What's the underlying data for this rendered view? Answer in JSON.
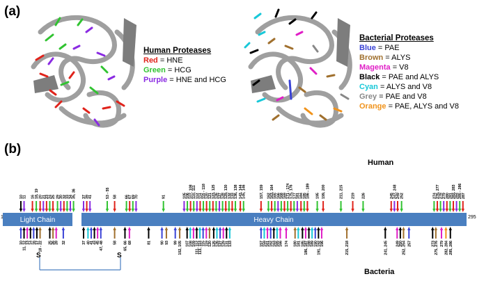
{
  "panel_a_label": "(a)",
  "panel_b_label": "(b)",
  "human_legend": {
    "title": "Human Proteases",
    "items": [
      {
        "color_word": "Red",
        "desc": "= HNE",
        "color": "#e0231b"
      },
      {
        "color_word": "Green",
        "desc": "= HCG",
        "color": "#31c331"
      },
      {
        "color_word": "Purple",
        "desc": "= HNE and HCG",
        "color": "#8a2be2"
      }
    ]
  },
  "bacterial_legend": {
    "title": "Bacterial Proteases",
    "items": [
      {
        "color_word": "Blue",
        "desc": "= PAE",
        "color": "#3a43d6"
      },
      {
        "color_word": "Brown",
        "desc": "= ALYS",
        "color": "#a0702e"
      },
      {
        "color_word": "Magenta",
        "desc": "= V8",
        "color": "#e01ec6"
      },
      {
        "color_word": "Black",
        "desc": "= PAE and ALYS",
        "color": "#000000"
      },
      {
        "color_word": "Cyan",
        "desc": "= ALYS and V8",
        "color": "#18c8d8"
      },
      {
        "color_word": "Grey",
        "desc": "= PAE and V8",
        "color": "#888888"
      },
      {
        "color_word": "Orange",
        "desc": "= PAE, ALYS and V8",
        "color": "#f0921a"
      }
    ]
  },
  "map": {
    "human_label": "Human",
    "bacteria_label": "Bacteria",
    "light_chain_label": "Light Chain",
    "heavy_chain_label": "Heavy Chain",
    "start_number": "1",
    "end_number": "295",
    "disulfide_left": "S",
    "disulfide_right": "S",
    "bar_color": "#4a7fc0",
    "human_sites": [
      {
        "label": "10",
        "color": "#000000"
      },
      {
        "label": "11",
        "color": "#8a2be2"
      },
      {
        "label": "16",
        "color": "#e0231b"
      },
      {
        "label": "18, 19",
        "color": "#31c331"
      },
      {
        "label": "20",
        "color": "#e0231b"
      },
      {
        "label": "21",
        "color": "#8a2be2"
      },
      {
        "label": "23",
        "color": "#e0231b"
      },
      {
        "label": "24",
        "color": "#31c331"
      },
      {
        "label": "25",
        "color": "#e0231b"
      },
      {
        "label": "29",
        "color": "#31c331"
      },
      {
        "label": "30",
        "color": "#8a2be2"
      },
      {
        "label": "32",
        "color": "#e0231b"
      },
      {
        "label": "33",
        "color": "#31c331"
      },
      {
        "label": "34",
        "color": "#8a2be2"
      },
      {
        "label": "35, 36",
        "color": "#31c331"
      },
      {
        "label": "37",
        "color": "#8a2be2"
      },
      {
        "label": "39",
        "color": "#e0231b"
      },
      {
        "label": "41",
        "color": "#8a2be2"
      },
      {
        "label": "53 - 55",
        "color": "#31c331"
      },
      {
        "label": "58",
        "color": "#e0231b"
      },
      {
        "label": "66",
        "color": "#31c331"
      },
      {
        "label": "67",
        "color": "#e0231b"
      },
      {
        "label": "69",
        "color": "#31c331"
      },
      {
        "label": "70",
        "color": "#8a2be2"
      },
      {
        "label": "91",
        "color": "#31c331"
      },
      {
        "label": "105",
        "color": "#8a2be2"
      },
      {
        "label": "106",
        "color": "#31c331"
      },
      {
        "label": "107, 108",
        "color": "#e0231b"
      },
      {
        "label": "110, 111",
        "color": "#31c331"
      },
      {
        "label": "112",
        "color": "#8a2be2"
      },
      {
        "label": "114",
        "color": "#e0231b"
      },
      {
        "label": "115 - 118",
        "color": "#31c331"
      },
      {
        "label": "120",
        "color": "#e0231b"
      },
      {
        "label": "121",
        "color": "#31c331"
      },
      {
        "label": "123, 125",
        "color": "#e0231b"
      },
      {
        "label": "126",
        "color": "#31c331"
      },
      {
        "label": "127",
        "color": "#8a2be2"
      },
      {
        "label": "128",
        "color": "#31c331"
      },
      {
        "label": "129, 130",
        "color": "#e0231b"
      },
      {
        "label": "132",
        "color": "#31c331"
      },
      {
        "label": "133",
        "color": "#e0231b"
      },
      {
        "label": "136, 138",
        "color": "#31c331"
      },
      {
        "label": "143, 144",
        "color": "#e0231b"
      },
      {
        "label": "145, 146",
        "color": "#31c331"
      },
      {
        "label": "157, 159",
        "color": "#e0231b"
      },
      {
        "label": "162",
        "color": "#31c331"
      },
      {
        "label": "163, 164",
        "color": "#e0231b"
      },
      {
        "label": "165",
        "color": "#31c331"
      },
      {
        "label": "166",
        "color": "#8a2be2"
      },
      {
        "label": "168",
        "color": "#31c331"
      },
      {
        "label": "169",
        "color": "#e0231b"
      },
      {
        "label": "171 - 174",
        "color": "#31c331"
      },
      {
        "label": "175, 176",
        "color": "#e0231b"
      },
      {
        "label": "177",
        "color": "#31c331"
      },
      {
        "label": "181",
        "color": "#8a2be2"
      },
      {
        "label": "184",
        "color": "#e0231b"
      },
      {
        "label": "185",
        "color": "#31c331"
      },
      {
        "label": "186 - 189",
        "color": "#e0231b"
      },
      {
        "label": "195",
        "color": "#31c331"
      },
      {
        "label": "199, 200",
        "color": "#e0231b"
      },
      {
        "label": "211, 215",
        "color": "#31c331"
      },
      {
        "label": "219",
        "color": "#e0231b"
      },
      {
        "label": "226",
        "color": "#31c331"
      },
      {
        "label": "245",
        "color": "#e0231b"
      },
      {
        "label": "247, 248",
        "color": "#8a2be2"
      },
      {
        "label": "249",
        "color": "#e0231b"
      },
      {
        "label": "252",
        "color": "#31c331"
      },
      {
        "label": "274",
        "color": "#31c331"
      },
      {
        "label": "276, 277",
        "color": "#e0231b"
      },
      {
        "label": "278",
        "color": "#31c331"
      },
      {
        "label": "279",
        "color": "#8a2be2"
      },
      {
        "label": "280",
        "color": "#e0231b"
      },
      {
        "label": "281",
        "color": "#31c331"
      },
      {
        "label": "282, 283",
        "color": "#e0231b"
      },
      {
        "label": "284",
        "color": "#8a2be2"
      },
      {
        "label": "285 - 286",
        "color": "#31c331"
      },
      {
        "label": "287",
        "color": "#e0231b"
      }
    ],
    "bacteria_sites": [
      {
        "label": "10",
        "color": "#3a43d6"
      },
      {
        "label": "11, 12",
        "color": "#000000"
      },
      {
        "label": "13",
        "color": "#e01ec6"
      },
      {
        "label": "14",
        "color": "#000000"
      },
      {
        "label": "16",
        "color": "#3a43d6"
      },
      {
        "label": "17",
        "color": "#000000"
      },
      {
        "label": "18 - 22",
        "color": "#a0702e"
      },
      {
        "label": "25",
        "color": "#000000"
      },
      {
        "label": "26",
        "color": "#a0702e"
      },
      {
        "label": "28",
        "color": "#e01ec6"
      },
      {
        "label": "32",
        "color": "#3a43d6"
      },
      {
        "label": "37",
        "color": "#000000"
      },
      {
        "label": "40",
        "color": "#18c8d8"
      },
      {
        "label": "41",
        "color": "#3a43d6"
      },
      {
        "label": "43",
        "color": "#000000"
      },
      {
        "label": "45",
        "color": "#e01ec6"
      },
      {
        "label": "47, 48",
        "color": "#3a43d6"
      },
      {
        "label": "58",
        "color": "#a0702e"
      },
      {
        "label": "65, 66",
        "color": "#000000"
      },
      {
        "label": "68",
        "color": "#e01ec6"
      },
      {
        "label": "81",
        "color": "#000000"
      },
      {
        "label": "90",
        "color": "#3a43d6"
      },
      {
        "label": "93",
        "color": "#a0702e"
      },
      {
        "label": "99",
        "color": "#3a43d6"
      },
      {
        "label": "102, 105",
        "color": "#a0702e"
      },
      {
        "label": "107",
        "color": "#000000"
      },
      {
        "label": "108",
        "color": "#18c8d8"
      },
      {
        "label": "109",
        "color": "#e01ec6"
      },
      {
        "label": "111, 112",
        "color": "#000000"
      },
      {
        "label": "113, 114",
        "color": "#18c8d8"
      },
      {
        "label": "115",
        "color": "#3a43d6"
      },
      {
        "label": "119",
        "color": "#e01ec6"
      },
      {
        "label": "120",
        "color": "#a0702e"
      },
      {
        "label": "125",
        "color": "#000000"
      },
      {
        "label": "126",
        "color": "#18c8d8"
      },
      {
        "label": "127",
        "color": "#3a43d6"
      },
      {
        "label": "129",
        "color": "#e01ec6"
      },
      {
        "label": "131",
        "color": "#000000"
      },
      {
        "label": "133",
        "color": "#18c8d8"
      },
      {
        "label": "157",
        "color": "#3a43d6"
      },
      {
        "label": "159",
        "color": "#18c8d8"
      },
      {
        "label": "161",
        "color": "#e01ec6"
      },
      {
        "label": "162",
        "color": "#3a43d6"
      },
      {
        "label": "163",
        "color": "#000000"
      },
      {
        "label": "165",
        "color": "#18c8d8"
      },
      {
        "label": "166",
        "color": "#e01ec6"
      },
      {
        "label": "174",
        "color": "#e01ec6"
      },
      {
        "label": "180",
        "color": "#a0702e"
      },
      {
        "label": "181",
        "color": "#18c8d8"
      },
      {
        "label": "185",
        "color": "#000000"
      },
      {
        "label": "186, 187",
        "color": "#e01ec6"
      },
      {
        "label": "188",
        "color": "#000000"
      },
      {
        "label": "189",
        "color": "#18c8d8"
      },
      {
        "label": "190",
        "color": "#3a43d6"
      },
      {
        "label": "191, 192",
        "color": "#000000"
      },
      {
        "label": "196",
        "color": "#e01ec6"
      },
      {
        "label": "215, 218",
        "color": "#a0702e"
      },
      {
        "label": "241, 245",
        "color": "#000000"
      },
      {
        "label": "249",
        "color": "#e01ec6"
      },
      {
        "label": "250",
        "color": "#000000"
      },
      {
        "label": "252, 254",
        "color": "#a0702e"
      },
      {
        "label": "257",
        "color": "#3a43d6"
      },
      {
        "label": "273",
        "color": "#000000"
      },
      {
        "label": "275, 276",
        "color": "#a0702e"
      },
      {
        "label": "279",
        "color": "#e01ec6"
      },
      {
        "label": "282, 284",
        "color": "#f0921a"
      },
      {
        "label": "285, 286",
        "color": "#000000"
      }
    ]
  }
}
